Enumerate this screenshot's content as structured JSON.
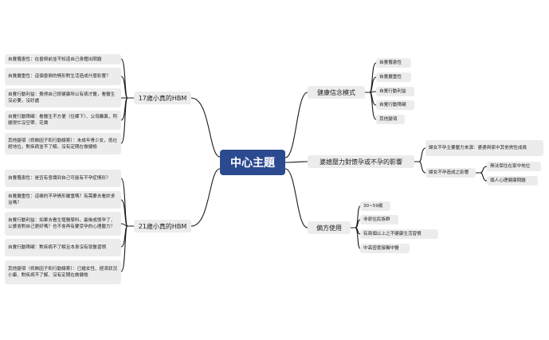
{
  "central": {
    "label": "中心主題"
  },
  "branches": {
    "left_top": {
      "label": "17歲小真的HBM",
      "items": [
        "自覺罹患性：在昏倒前並不知道自己身體出問題",
        "自覺嚴重性：這個昏倒的情形對生活造成什麼影響？",
        "自覺行動利益：覺得自己很健康所以有病才醫，看醫生沒必要，沒好處",
        "自覺行動障礙：看醫生不方便（住鄉下）、父母離異，阿嬤很忙沒空帶、花費",
        "其他變項（修飾因子和行動線索）：未成年青少女，低社經地位，對疾病並不了解，沒有定期在做健檢"
      ]
    },
    "left_bottom": {
      "label": "21歲小真的HBM",
      "items": [
        "自覺罹患性：是否有意識到自己可能有不孕症情形？",
        "自覺嚴重性：這樣的不孕情形嚴重嗎？有需要去看診求治嗎？",
        "自覺行動利益：如果去看生殖醫學科，最後成懷孕了，公婆會對自己更好嗎？也不會再有要受孕的心理壓力？",
        "自覺行動障礙：對疾病不了解且本身沒有就醫習慣",
        "其他變項（修飾因子和行動線索）：已婚女性、經濟狀況小康、對疾病不了解、沒有定期在做健檢"
      ]
    },
    "right_top": {
      "label": "健康信念模式",
      "items": [
        "自覺罹患性",
        "自覺嚴重性",
        "自覺行動利益",
        "自覺行動障礙",
        "其他變項"
      ]
    },
    "right_middle": {
      "label": "婆媳壓力對懷孕或不孕的影響",
      "items": [
        {
          "label": "婦女不孕主要壓力來源：婆婆與家中其他男性成員"
        },
        {
          "label": "婦女不孕造成之影響",
          "children": [
            "無法保住在家中地位",
            "個人心理健康問題"
          ]
        }
      ]
    },
    "right_bottom": {
      "label": "偏方使用",
      "items": [
        "30~59歲",
        "非原住民族群",
        "有兩個以上之不健康生活習慣",
        "中高密度接觸中醫"
      ]
    }
  },
  "colors": {
    "central_fill": "#2c4a8f",
    "line": "#1a1a1a",
    "node_fill": "#ececec"
  }
}
